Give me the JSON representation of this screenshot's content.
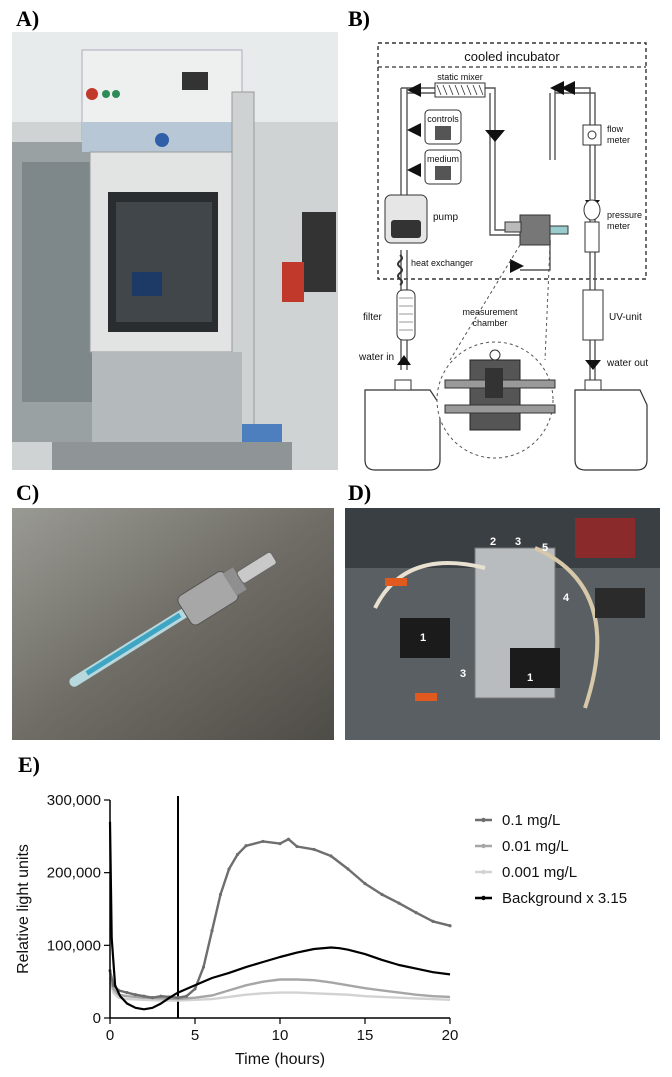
{
  "panels": {
    "a": "A)",
    "b": "B)",
    "c": "C)",
    "d": "D)",
    "e": "E)"
  },
  "diagram": {
    "title": "cooled incubator",
    "static_mixer": "static mixer",
    "controls": "controls",
    "medium": "medium",
    "pump": "pump",
    "heat_exchanger": "heat exchanger",
    "flow_meter_1": "flow",
    "flow_meter_2": "meter",
    "pressure_meter_1": "pressure",
    "pressure_meter_2": "meter",
    "measurement_chamber_1": "measurement",
    "measurement_chamber_2": "chamber",
    "filter": "filter",
    "uv_unit": "UV-unit",
    "water_in": "water in",
    "water_out": "water out"
  },
  "photo_d_labels": [
    "2",
    "3",
    "5",
    "4",
    "1",
    "3",
    "1"
  ],
  "chart_data": {
    "type": "line",
    "ylabel": "Relative light units",
    "xlabel": "Time (hours)",
    "x_ticks": [
      "0",
      "5",
      "10",
      "15",
      "20"
    ],
    "y_ticks": [
      "0",
      "100,000",
      "200,000",
      "300,000"
    ],
    "xlim": [
      0,
      20
    ],
    "ylim": [
      0,
      300000
    ],
    "vertical_marker_x": 4,
    "legend_position": "right",
    "series": [
      {
        "name": "0.1 mg/L",
        "color": "#6e6e6e",
        "x": [
          0,
          0.2,
          0.5,
          1,
          1.5,
          2,
          2.5,
          3,
          3.5,
          4,
          4.5,
          5,
          5.5,
          6,
          6.5,
          7,
          7.5,
          8,
          9,
          10,
          10.5,
          11,
          12,
          13,
          14,
          15,
          16,
          17,
          18,
          19,
          20
        ],
        "y": [
          65000,
          45000,
          38000,
          35000,
          32000,
          30000,
          28000,
          30000,
          29000,
          28000,
          30000,
          40000,
          70000,
          120000,
          170000,
          205000,
          225000,
          237000,
          243000,
          240000,
          246000,
          236000,
          232000,
          223000,
          205000,
          185000,
          170000,
          158000,
          145000,
          133000,
          127000
        ]
      },
      {
        "name": "0.01 mg/L",
        "color": "#a6a6a6",
        "x": [
          0,
          0.2,
          0.5,
          1,
          2,
          3,
          4,
          5,
          6,
          7,
          8,
          9,
          10,
          11,
          12,
          13,
          14,
          15,
          16,
          17,
          18,
          19,
          20
        ],
        "y": [
          55000,
          40000,
          32000,
          30000,
          28000,
          27000,
          26000,
          28000,
          31000,
          38000,
          45000,
          50000,
          53000,
          53000,
          52000,
          49000,
          45000,
          41000,
          38000,
          35000,
          32000,
          30000,
          29000
        ]
      },
      {
        "name": "0.001 mg/L",
        "color": "#d2d2d2",
        "x": [
          0,
          0.2,
          0.5,
          1,
          2,
          3,
          4,
          5,
          6,
          7,
          8,
          9,
          10,
          11,
          12,
          13,
          14,
          15,
          16,
          17,
          18,
          19,
          20
        ],
        "y": [
          50000,
          35000,
          28000,
          26000,
          25000,
          24000,
          24000,
          25000,
          26000,
          29000,
          32000,
          34000,
          35000,
          35000,
          34000,
          33000,
          32000,
          30000,
          29000,
          28000,
          27000,
          26000,
          25000
        ]
      },
      {
        "name": "Background x 3.15",
        "color": "#000000",
        "x": [
          0,
          0.1,
          0.3,
          0.6,
          1,
          1.5,
          2,
          2.5,
          3,
          3.5,
          4,
          5,
          6,
          7,
          8,
          9,
          10,
          11,
          12,
          13,
          13.5,
          14,
          15,
          16,
          17,
          18,
          19,
          20
        ],
        "y": [
          270000,
          110000,
          45000,
          30000,
          20000,
          14000,
          12000,
          14000,
          20000,
          28000,
          35000,
          45000,
          55000,
          62000,
          70000,
          77000,
          84000,
          90000,
          95000,
          97000,
          96000,
          94000,
          88000,
          80000,
          73000,
          68000,
          63000,
          60000
        ]
      }
    ]
  }
}
